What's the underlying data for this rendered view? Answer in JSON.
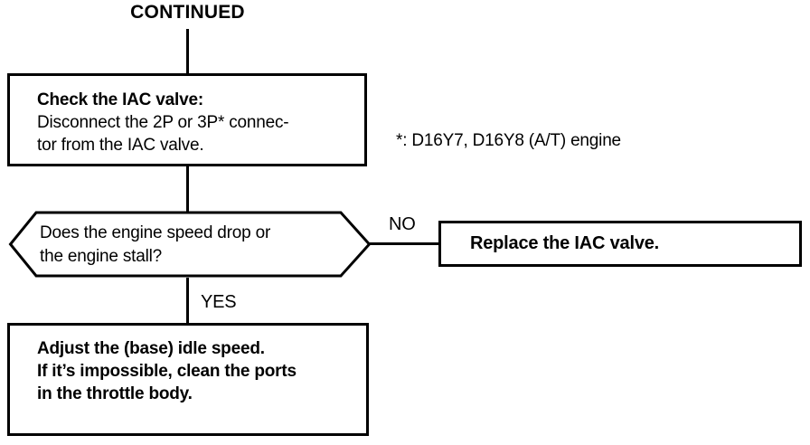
{
  "flowchart": {
    "continued_label": "CONTINUED",
    "step1": {
      "title": "Check the IAC valve:",
      "body_line1": "Disconnect the 2P or 3P* connec-",
      "body_line2": "tor from the IAC valve."
    },
    "footnote": "*: D16Y7, D16Y8 (A/T) engine",
    "decision": {
      "question_line1": "Does the engine speed drop or",
      "question_line2": "the engine stall?",
      "no_label": "NO",
      "yes_label": "YES"
    },
    "replace_step": {
      "label": "Replace the IAC valve."
    },
    "adjust_step": {
      "line1": "Adjust the (base) idle speed.",
      "line2": "If it’s impossible, clean the ports",
      "line3": "in the throttle body."
    },
    "colors": {
      "ink": "#000000",
      "background": "#ffffff"
    }
  }
}
